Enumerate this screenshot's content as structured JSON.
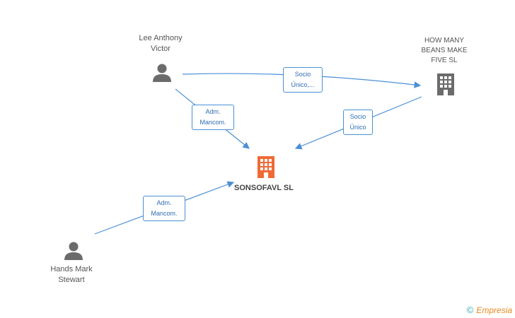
{
  "nodes": {
    "person_lee": "Lee Anthony\nVictor",
    "person_hands": "Hands Mark\nStewart",
    "company_howmany": "HOW MANY\nBEANS MAKE\nFIVE  SL",
    "company_main": "SONSOFAVL SL"
  },
  "edges": {
    "lee_to_howmany": "Socio\nÚnico,...",
    "lee_to_main": "Adm.\nMancom.",
    "howmany_to_main": "Socio\nÚnico",
    "hands_to_main": "Adm.\nMancom."
  },
  "colors": {
    "edge": "#4a8fd6",
    "person": "#6b6b6b",
    "company": "#6b6b6b",
    "main_company": "#f06a35"
  },
  "footer": {
    "copyright_symbol": "©",
    "brand": "Empresia"
  }
}
